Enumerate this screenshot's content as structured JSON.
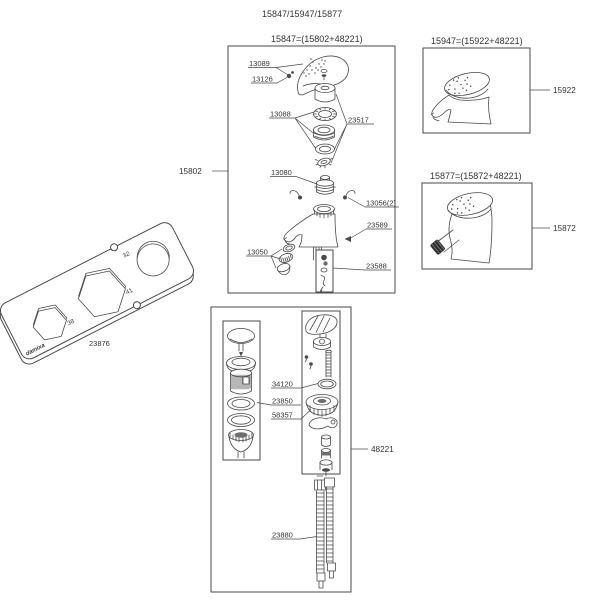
{
  "title": "15847/15947/15877",
  "main_assembly": {
    "formula": "15847=(15802+48221)",
    "faucet_label": "15802",
    "parts": {
      "handle_fixing": "13089",
      "handle_screw": "13126",
      "ring_set": "13088",
      "trim_kit": "23517",
      "cartridge": "13080",
      "set_screws": "13056(2)",
      "spout_body": "23589",
      "fixing_kit": "23588",
      "mounting_nuts": "13050"
    }
  },
  "washbasin_assembly": {
    "formula": "15947=(15922+48221)",
    "faucet_label": "15922"
  },
  "bidet_assembly": {
    "formula": "15877=(15872+48221)",
    "faucet_label": "15872"
  },
  "drain_kit": {
    "kit_label": "48221",
    "parts": {
      "o_ring": "34120",
      "seal": "23850",
      "lock_nut": "58357",
      "hoses": "23880"
    }
  },
  "tool_plate": {
    "part_label": "23876",
    "brand": "damixa",
    "wrench_sizes": {
      "circle": "32",
      "large_hex": "41",
      "small_hex": "38"
    }
  },
  "colors": {
    "line": "#4a4a4a",
    "text": "#333333"
  }
}
